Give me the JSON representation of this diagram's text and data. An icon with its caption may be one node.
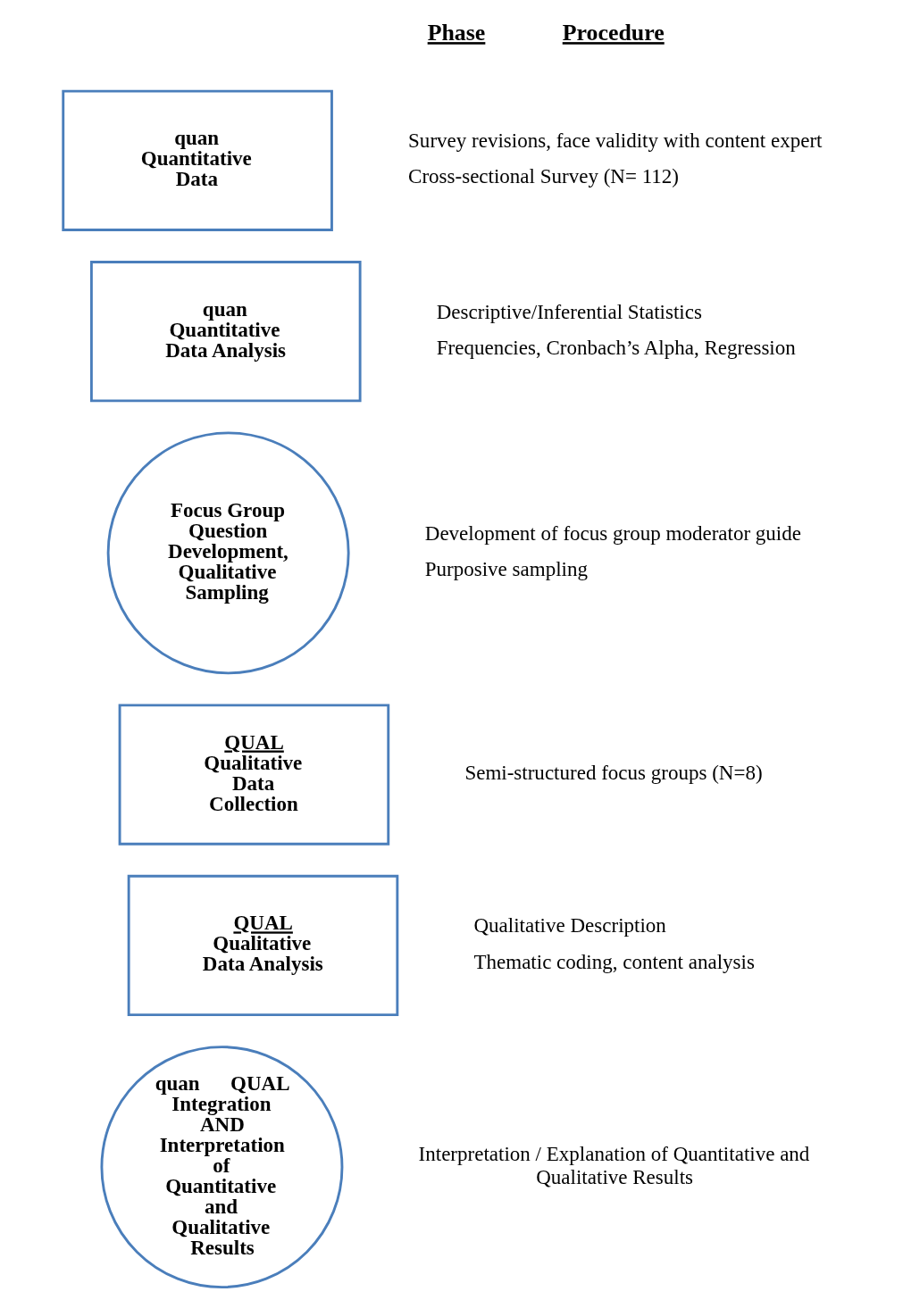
{
  "diagram": {
    "nodes": [
      {
        "text": [
          "quan",
          "Quantitative Data"
        ]
      },
      {
        "text": [
          "quan",
          "Quantitative Data Analysis"
        ]
      },
      {
        "text": [
          "Focus Group Question Development, Qualitative Sampling"
        ]
      },
      {
        "text": [
          "QUAL",
          "Qualitative Data Collection"
        ]
      },
      {
        "text": [
          "QUAL",
          "Qualitative Data Analysis"
        ]
      },
      {
        "text": [
          "quan",
          "QUAL",
          "Integration AND Interpretation of Quantitative and Qualitative Results"
        ]
      }
    ],
    "edges": [],
    "labels": [
      "Phase",
      "Procedure",
      "Survey revisions, face validity with content expert",
      "Cross-sectional Survey (N= 112)",
      "Descriptive/Inferential Statistics",
      "Frequencies, Cronbach’s Alpha, Regression",
      "Development of focus group moderator guide",
      "Purposive sampling",
      "Semi-structured focus groups (N=8)",
      "Qualitative Description",
      "Thematic coding, content analysis",
      "Interpretation / Explanation of Quantitative and Qualitative Results"
    ]
  }
}
